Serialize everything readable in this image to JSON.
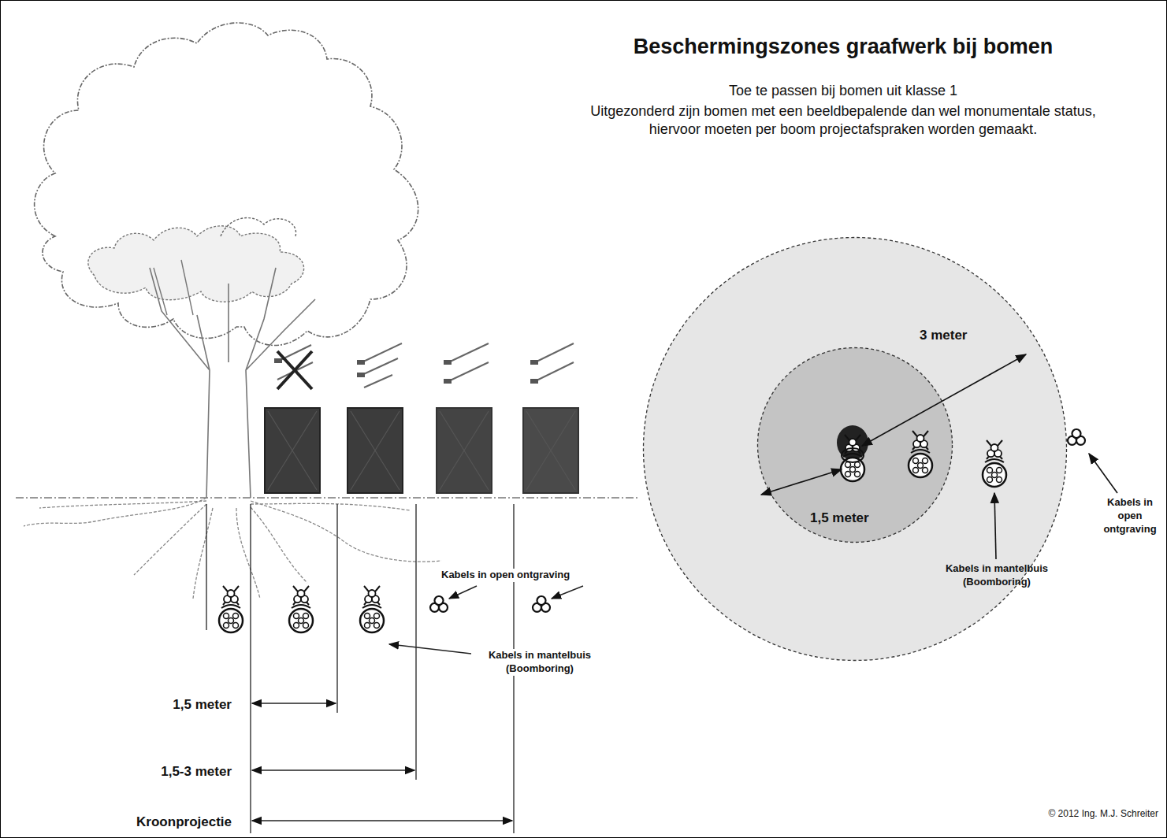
{
  "diagram": {
    "title": "Beschermingszones graafwerk bij bomen",
    "nodes": [
      {
        "text": [
          "3 meter"
        ]
      },
      {
        "text": [
          "1,5 meter"
        ],
        "in": 0
      }
    ],
    "labels": [
      "Toe te passen bij bomen uit klasse 1",
      "Uitgezonderd zijn bomen met een beeldbepalende dan wel monumentale status, hiervoor moeten per boom projectafspraken worden gemaakt.",
      "Kabels in open ontgraving",
      "Kabels in mantelbuis (Boomboring)",
      "1,5 meter",
      "1,5-3 meter",
      "Kroonprojectie",
      "Kabels in open ontgraving",
      "Kabels in mantelbuis (Boomboring)",
      "© 2012 Ing. M.J. Schreiter"
    ]
  }
}
